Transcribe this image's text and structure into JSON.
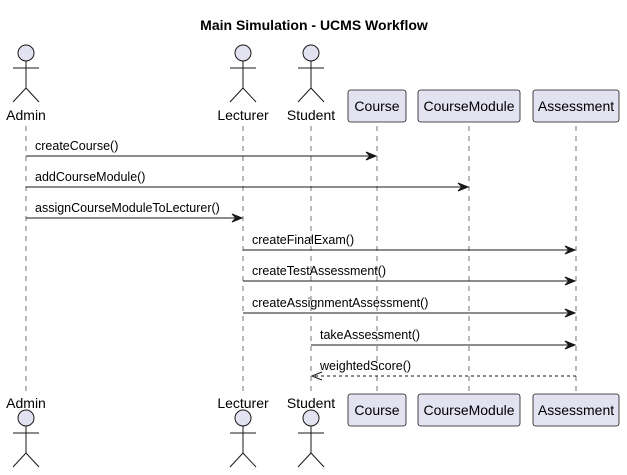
{
  "title": "Main Simulation - UCMS Workflow",
  "participants": [
    {
      "id": "admin",
      "label": "Admin",
      "kind": "actor"
    },
    {
      "id": "lecturer",
      "label": "Lecturer",
      "kind": "actor"
    },
    {
      "id": "student",
      "label": "Student",
      "kind": "actor"
    },
    {
      "id": "course",
      "label": "Course",
      "kind": "participant"
    },
    {
      "id": "coursemodule",
      "label": "CourseModule",
      "kind": "participant"
    },
    {
      "id": "assessment",
      "label": "Assessment",
      "kind": "participant"
    }
  ],
  "messages": [
    {
      "from": "admin",
      "to": "course",
      "label": "createCourse()",
      "style": "sync"
    },
    {
      "from": "admin",
      "to": "coursemodule",
      "label": "addCourseModule()",
      "style": "sync"
    },
    {
      "from": "admin",
      "to": "lecturer",
      "label": "assignCourseModuleToLecturer()",
      "style": "sync"
    },
    {
      "from": "lecturer",
      "to": "assessment",
      "label": "createFinalExam()",
      "style": "sync"
    },
    {
      "from": "lecturer",
      "to": "assessment",
      "label": "createTestAssessment()",
      "style": "sync"
    },
    {
      "from": "lecturer",
      "to": "assessment",
      "label": "createAssignmentAssessment()",
      "style": "sync"
    },
    {
      "from": "student",
      "to": "assessment",
      "label": "takeAssessment()",
      "style": "sync"
    },
    {
      "from": "assessment",
      "to": "student",
      "label": "weightedScore()",
      "style": "return"
    }
  ]
}
